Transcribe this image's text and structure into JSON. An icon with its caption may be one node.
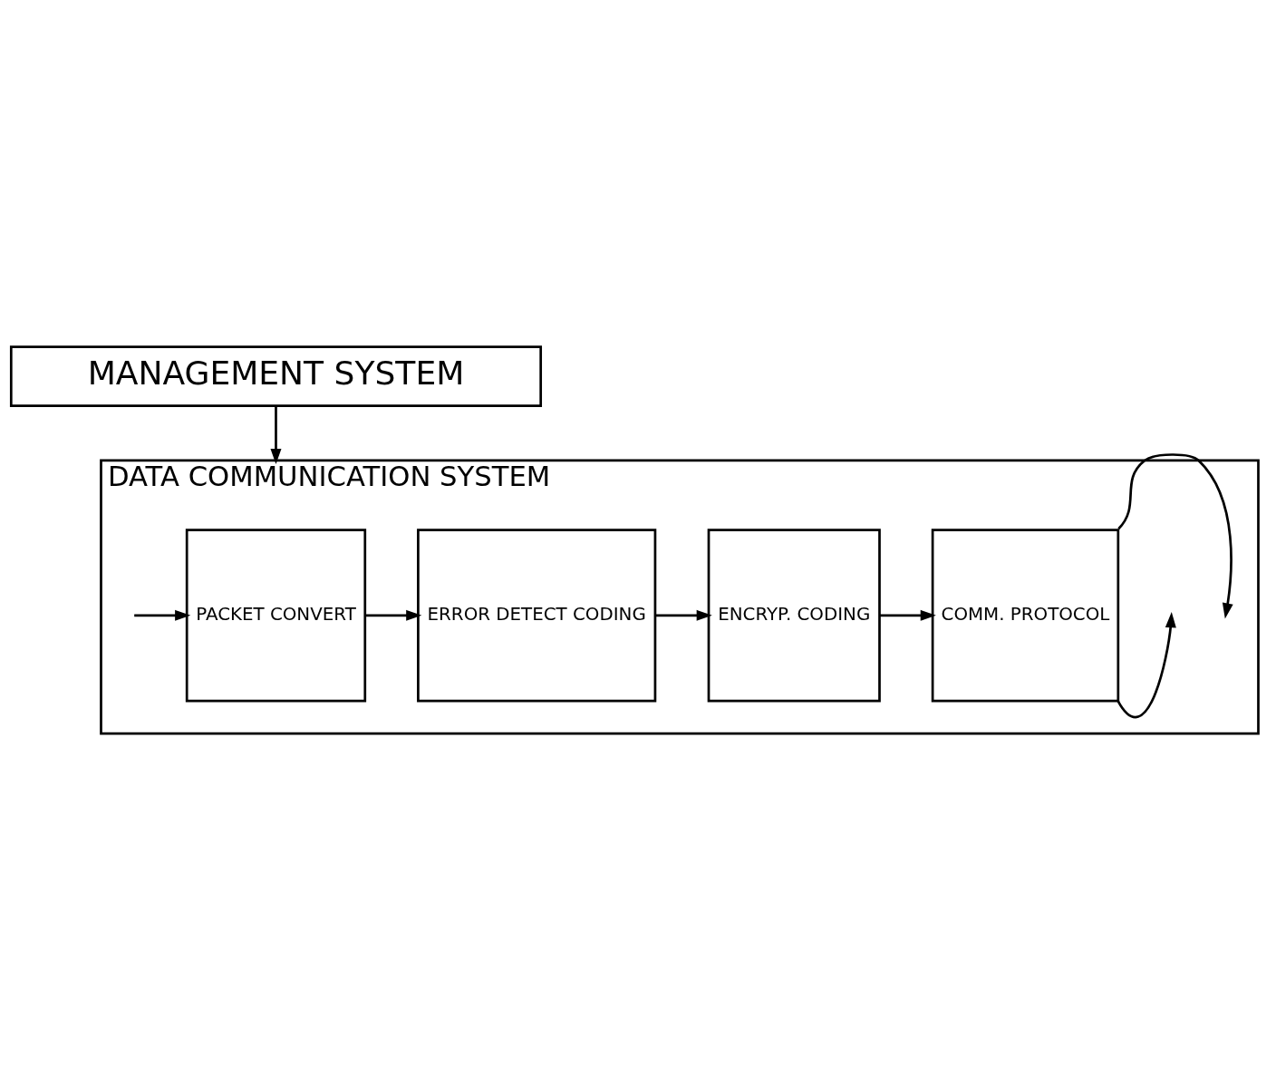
{
  "diagram": {
    "nodes": [
      {
        "text": [
          "MANAGEMENT SYSTEM"
        ]
      },
      {
        "text": [
          "DATA COMMUNICATION SYSTEM"
        ]
      },
      {
        "text": [
          "PACKET CONVERT"
        ],
        "in": 1
      },
      {
        "text": [
          "ERROR DETECT CODING"
        ],
        "in": 1
      },
      {
        "text": [
          "ENCRYP. CODING"
        ],
        "in": 1
      },
      {
        "text": [
          "COMM. PROTOCOL"
        ],
        "in": 1
      }
    ],
    "edges": [
      {
        "from": 0,
        "to": 1,
        "arrow": "to"
      },
      {
        "from": null,
        "to": 2,
        "arrow": "to"
      },
      {
        "from": 2,
        "to": 3,
        "arrow": "to"
      },
      {
        "from": 3,
        "to": 4,
        "arrow": "to"
      },
      {
        "from": 4,
        "to": 5,
        "arrow": "to"
      },
      {
        "from": 5,
        "to": null,
        "arrow": "to"
      },
      {
        "from": 5,
        "to": null,
        "arrow": "to"
      }
    ]
  }
}
